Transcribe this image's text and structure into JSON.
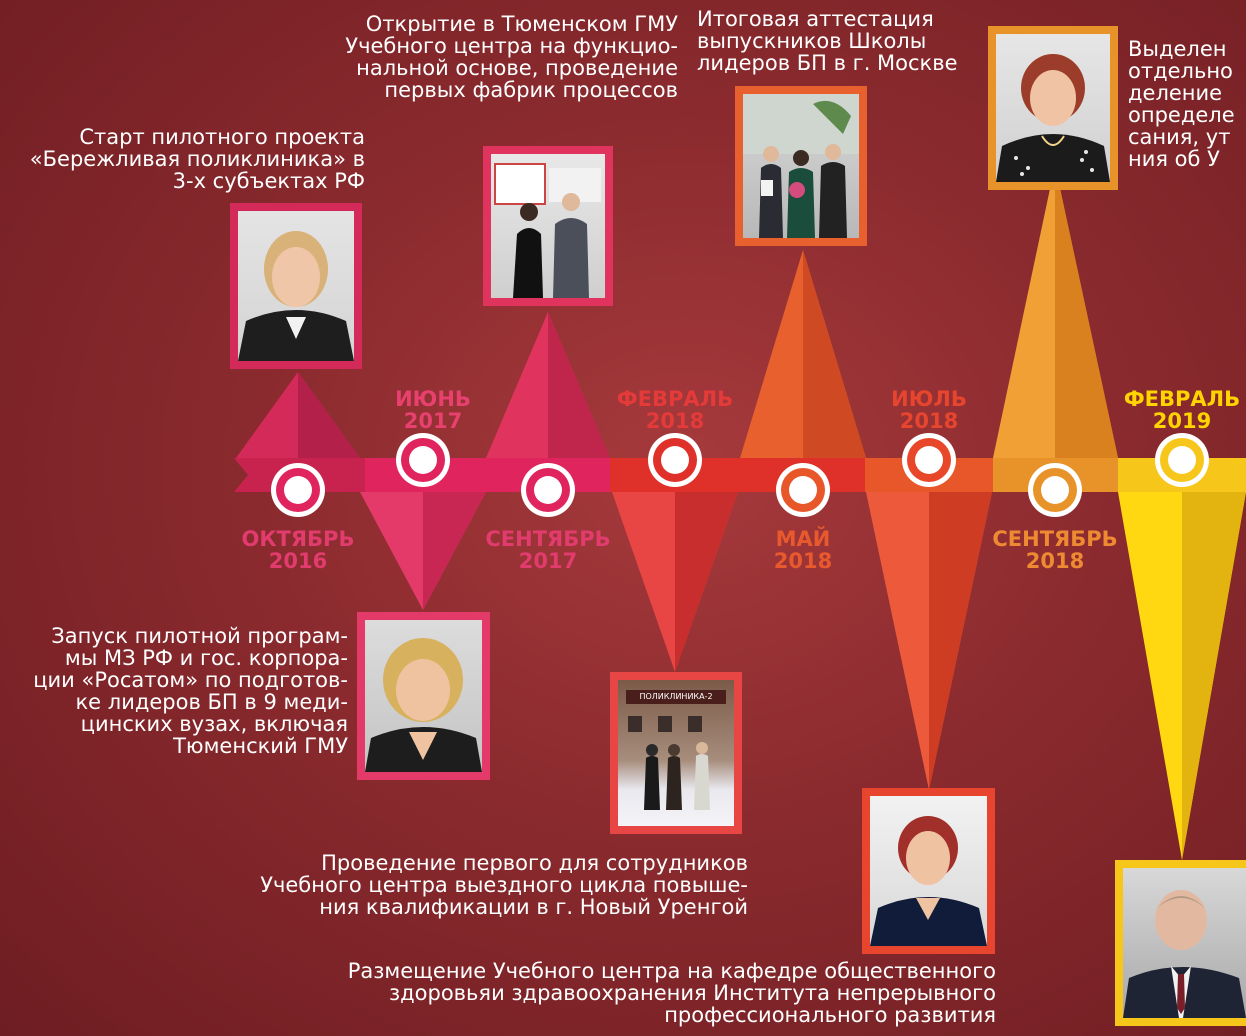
{
  "colors": {
    "background": "#8a2a2e",
    "pink": "#e0245e",
    "red": "#e0302a",
    "orange_red": "#e8572a",
    "orange": "#e8922a",
    "yellow": "#f7c61a",
    "label_pink": "#e23b6d",
    "label_red": "#e53a3a",
    "label_orange": "#ee8a32",
    "label_yellow": "#ffd400"
  },
  "milestones": [
    {
      "month": "ОКТЯБРЬ",
      "year": "2016"
    },
    {
      "month": "ИЮНЬ",
      "year": "2017"
    },
    {
      "month": "СЕНТЯБРЬ",
      "year": "2017"
    },
    {
      "month": "ФЕВРАЛЬ",
      "year": "2018"
    },
    {
      "month": "МАЙ",
      "year": "2018"
    },
    {
      "month": "ИЮЛЬ",
      "year": "2018"
    },
    {
      "month": "СЕНТЯБРЬ",
      "year": "2018"
    },
    {
      "month": "ФЕВРАЛЬ",
      "year": "2019"
    }
  ],
  "events": {
    "oct2016": "Старт пилотного проекта\n«Бережливая поликлиника» в\n3-х субъектах РФ",
    "jun2017": "Запуск пилотной програм-\nмы МЗ РФ и гос. корпора-\nции «Росатом» по подготов-\nке лидеров БП в 9 меди-\nцинских вузах, включая\nТюменский ГМУ",
    "sep2017": "Открытие в Тюменском ГМУ\nУчебного центра на функцио-\nнальной основе, проведение\nпервых фабрик процессов",
    "feb2018": "Проведение первого для сотрудников\nУчебного центра выездного цикла повыше-\nния квалификации в г. Новый Уренгой",
    "may2018": "Итоговая аттестация\nвыпускников Школы\nлидеров БП в г. Москве",
    "jul2018": "Размещение Учебного центра на кафедре общественного\nздоровьяи здравоохранения Института непрерывного\nпрофессионального развития",
    "sep2018": "Выделен\nотдельно\nделение \nопределе\nсания, ут\nния об У"
  },
  "photos": {
    "sign_text": "ПОЛИКЛИНИКА-2"
  }
}
